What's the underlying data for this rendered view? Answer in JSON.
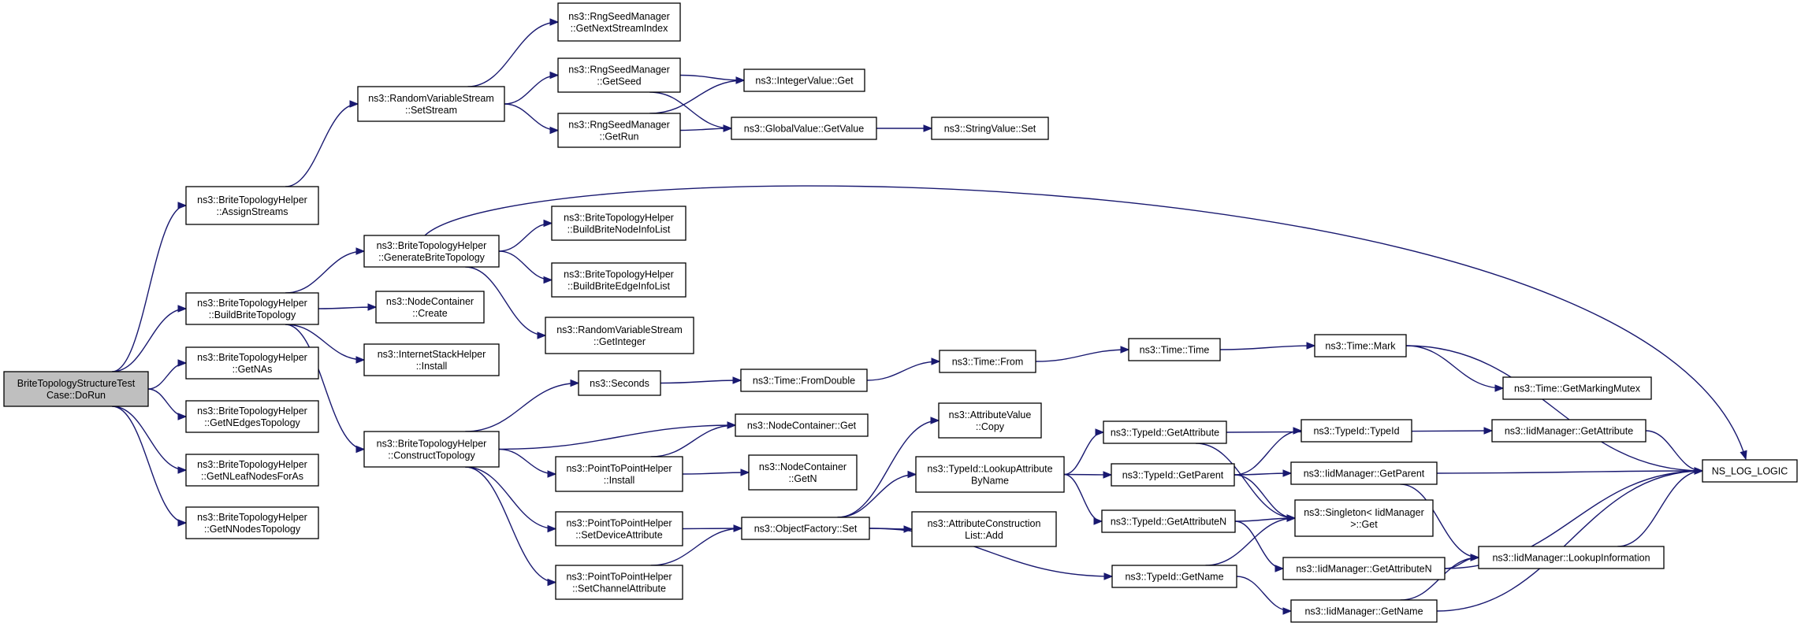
{
  "nodes": [
    {
      "id": "root",
      "lines": [
        "BriteTopologyStructureTest",
        "Case::DoRun"
      ],
      "root": true
    },
    {
      "id": "assign_streams",
      "lines": [
        "ns3::BriteTopologyHelper",
        "::AssignStreams"
      ]
    },
    {
      "id": "build_brite_topology",
      "lines": [
        "ns3::BriteTopologyHelper",
        "::BuildBriteTopology"
      ]
    },
    {
      "id": "get_nas",
      "lines": [
        "ns3::BriteTopologyHelper",
        "::GetNAs"
      ]
    },
    {
      "id": "get_nedges",
      "lines": [
        "ns3::BriteTopologyHelper",
        "::GetNEdgesTopology"
      ]
    },
    {
      "id": "get_nleaf",
      "lines": [
        "ns3::BriteTopologyHelper",
        "::GetNLeafNodesForAs"
      ]
    },
    {
      "id": "get_nnodes",
      "lines": [
        "ns3::BriteTopologyHelper",
        "::GetNNodesTopology"
      ]
    },
    {
      "id": "rvs_setstream",
      "lines": [
        "ns3::RandomVariableStream",
        "::SetStream"
      ]
    },
    {
      "id": "generate_brite",
      "lines": [
        "ns3::BriteTopologyHelper",
        "::GenerateBriteTopology"
      ]
    },
    {
      "id": "nodecontainer_create",
      "lines": [
        "ns3::NodeContainer",
        "::Create"
      ]
    },
    {
      "id": "internetstack_install",
      "lines": [
        "ns3::InternetStackHelper",
        "::Install"
      ]
    },
    {
      "id": "construct_topology",
      "lines": [
        "ns3::BriteTopologyHelper",
        "::ConstructTopology"
      ]
    },
    {
      "id": "rng_next_stream",
      "lines": [
        "ns3::RngSeedManager",
        "::GetNextStreamIndex"
      ]
    },
    {
      "id": "rng_get_seed",
      "lines": [
        "ns3::RngSeedManager",
        "::GetSeed"
      ]
    },
    {
      "id": "rng_get_run",
      "lines": [
        "ns3::RngSeedManager",
        "::GetRun"
      ]
    },
    {
      "id": "build_node_info",
      "lines": [
        "ns3::BriteTopologyHelper",
        "::BuildBriteNodeInfoList"
      ]
    },
    {
      "id": "build_edge_info",
      "lines": [
        "ns3::BriteTopologyHelper",
        "::BuildBriteEdgeInfoList"
      ]
    },
    {
      "id": "rvs_getinteger",
      "lines": [
        "ns3::RandomVariableStream",
        "::GetInteger"
      ]
    },
    {
      "id": "seconds",
      "lines": [
        "ns3::Seconds"
      ]
    },
    {
      "id": "p2p_install",
      "lines": [
        "ns3::PointToPointHelper",
        "::Install"
      ]
    },
    {
      "id": "p2p_set_device",
      "lines": [
        "ns3::PointToPointHelper",
        "::SetDeviceAttribute"
      ]
    },
    {
      "id": "p2p_set_channel",
      "lines": [
        "ns3::PointToPointHelper",
        "::SetChannelAttribute"
      ]
    },
    {
      "id": "integervalue_get",
      "lines": [
        "ns3::IntegerValue::Get"
      ]
    },
    {
      "id": "globalvalue_getvalue",
      "lines": [
        "ns3::GlobalValue::GetValue"
      ]
    },
    {
      "id": "time_fromdouble",
      "lines": [
        "ns3::Time::FromDouble"
      ]
    },
    {
      "id": "nodecontainer_get",
      "lines": [
        "ns3::NodeContainer::Get"
      ]
    },
    {
      "id": "nodecontainer_getn",
      "lines": [
        "ns3::NodeContainer",
        "::GetN"
      ]
    },
    {
      "id": "objectfactory_set",
      "lines": [
        "ns3::ObjectFactory::Set"
      ]
    },
    {
      "id": "stringvalue_set",
      "lines": [
        "ns3::StringValue::Set"
      ]
    },
    {
      "id": "time_from",
      "lines": [
        "ns3::Time::From"
      ]
    },
    {
      "id": "attributevalue_copy",
      "lines": [
        "ns3::AttributeValue",
        "::Copy"
      ]
    },
    {
      "id": "typeid_lookup_attr",
      "lines": [
        "ns3::TypeId::LookupAttribute",
        "ByName"
      ]
    },
    {
      "id": "attr_construction_add",
      "lines": [
        "ns3::AttributeConstruction",
        "List::Add"
      ]
    },
    {
      "id": "time_time",
      "lines": [
        "ns3::Time::Time"
      ]
    },
    {
      "id": "typeid_getattribute",
      "lines": [
        "ns3::TypeId::GetAttribute"
      ]
    },
    {
      "id": "typeid_getparent",
      "lines": [
        "ns3::TypeId::GetParent"
      ]
    },
    {
      "id": "typeid_getattributen",
      "lines": [
        "ns3::TypeId::GetAttributeN"
      ]
    },
    {
      "id": "typeid_getname",
      "lines": [
        "ns3::TypeId::GetName"
      ]
    },
    {
      "id": "time_mark",
      "lines": [
        "ns3::Time::Mark"
      ]
    },
    {
      "id": "typeid_typeid",
      "lines": [
        "ns3::TypeId::TypeId"
      ]
    },
    {
      "id": "singleton_get",
      "lines": [
        "ns3::Singleton< IidManager",
        " >::Get"
      ]
    },
    {
      "id": "iid_getparent",
      "lines": [
        "ns3::IidManager::GetParent"
      ]
    },
    {
      "id": "iid_getattributen",
      "lines": [
        "ns3::IidManager::GetAttributeN"
      ]
    },
    {
      "id": "iid_getname",
      "lines": [
        "ns3::IidManager::GetName"
      ]
    },
    {
      "id": "time_marking_mutex",
      "lines": [
        "ns3::Time::GetMarkingMutex"
      ]
    },
    {
      "id": "iid_getattribute",
      "lines": [
        "ns3::IidManager::GetAttribute"
      ]
    },
    {
      "id": "iid_lookupinfo",
      "lines": [
        "ns3::IidManager::LookupInformation"
      ]
    },
    {
      "id": "ns_log_logic",
      "lines": [
        "NS_LOG_LOGIC"
      ]
    }
  ],
  "edges": [
    [
      "root",
      "assign_streams"
    ],
    [
      "root",
      "build_brite_topology"
    ],
    [
      "root",
      "get_nas"
    ],
    [
      "root",
      "get_nedges"
    ],
    [
      "root",
      "get_nleaf"
    ],
    [
      "root",
      "get_nnodes"
    ],
    [
      "assign_streams",
      "rvs_setstream"
    ],
    [
      "rvs_setstream",
      "rng_next_stream"
    ],
    [
      "rvs_setstream",
      "rng_get_seed"
    ],
    [
      "rvs_setstream",
      "rng_get_run"
    ],
    [
      "rng_get_seed",
      "integervalue_get"
    ],
    [
      "rng_get_seed",
      "globalvalue_getvalue"
    ],
    [
      "rng_get_run",
      "integervalue_get"
    ],
    [
      "rng_get_run",
      "globalvalue_getvalue"
    ],
    [
      "globalvalue_getvalue",
      "stringvalue_set"
    ],
    [
      "build_brite_topology",
      "generate_brite"
    ],
    [
      "build_brite_topology",
      "nodecontainer_create"
    ],
    [
      "build_brite_topology",
      "internetstack_install"
    ],
    [
      "build_brite_topology",
      "construct_topology"
    ],
    [
      "generate_brite",
      "build_node_info"
    ],
    [
      "generate_brite",
      "build_edge_info"
    ],
    [
      "generate_brite",
      "rvs_getinteger"
    ],
    [
      "generate_brite",
      "ns_log_logic"
    ],
    [
      "construct_topology",
      "seconds"
    ],
    [
      "construct_topology",
      "nodecontainer_get"
    ],
    [
      "construct_topology",
      "p2p_install"
    ],
    [
      "construct_topology",
      "p2p_set_device"
    ],
    [
      "construct_topology",
      "p2p_set_channel"
    ],
    [
      "seconds",
      "time_fromdouble"
    ],
    [
      "time_fromdouble",
      "time_from"
    ],
    [
      "time_from",
      "time_time"
    ],
    [
      "time_time",
      "time_mark"
    ],
    [
      "time_mark",
      "time_marking_mutex"
    ],
    [
      "time_mark",
      "ns_log_logic"
    ],
    [
      "p2p_install",
      "nodecontainer_get"
    ],
    [
      "p2p_install",
      "nodecontainer_getn"
    ],
    [
      "p2p_set_device",
      "objectfactory_set"
    ],
    [
      "p2p_set_channel",
      "objectfactory_set"
    ],
    [
      "objectfactory_set",
      "attributevalue_copy"
    ],
    [
      "objectfactory_set",
      "typeid_lookup_attr"
    ],
    [
      "objectfactory_set",
      "attr_construction_add"
    ],
    [
      "objectfactory_set",
      "typeid_getname"
    ],
    [
      "typeid_lookup_attr",
      "typeid_getattribute"
    ],
    [
      "typeid_lookup_attr",
      "typeid_getparent"
    ],
    [
      "typeid_lookup_attr",
      "typeid_getattributen"
    ],
    [
      "typeid_getattribute",
      "iid_getattribute"
    ],
    [
      "typeid_getattribute",
      "singleton_get"
    ],
    [
      "typeid_getparent",
      "typeid_typeid"
    ],
    [
      "typeid_getparent",
      "iid_getparent"
    ],
    [
      "typeid_getparent",
      "singleton_get"
    ],
    [
      "typeid_getattributen",
      "singleton_get"
    ],
    [
      "typeid_getattributen",
      "iid_getattributen"
    ],
    [
      "typeid_getname",
      "singleton_get"
    ],
    [
      "typeid_getname",
      "iid_getname"
    ],
    [
      "iid_getattribute",
      "ns_log_logic"
    ],
    [
      "iid_getparent",
      "ns_log_logic"
    ],
    [
      "iid_getparent",
      "iid_lookupinfo"
    ],
    [
      "iid_getattributen",
      "iid_lookupinfo"
    ],
    [
      "iid_getattributen",
      "ns_log_logic"
    ],
    [
      "iid_getname",
      "iid_lookupinfo"
    ],
    [
      "iid_getname",
      "ns_log_logic"
    ],
    [
      "iid_lookupinfo",
      "ns_log_logic"
    ]
  ]
}
